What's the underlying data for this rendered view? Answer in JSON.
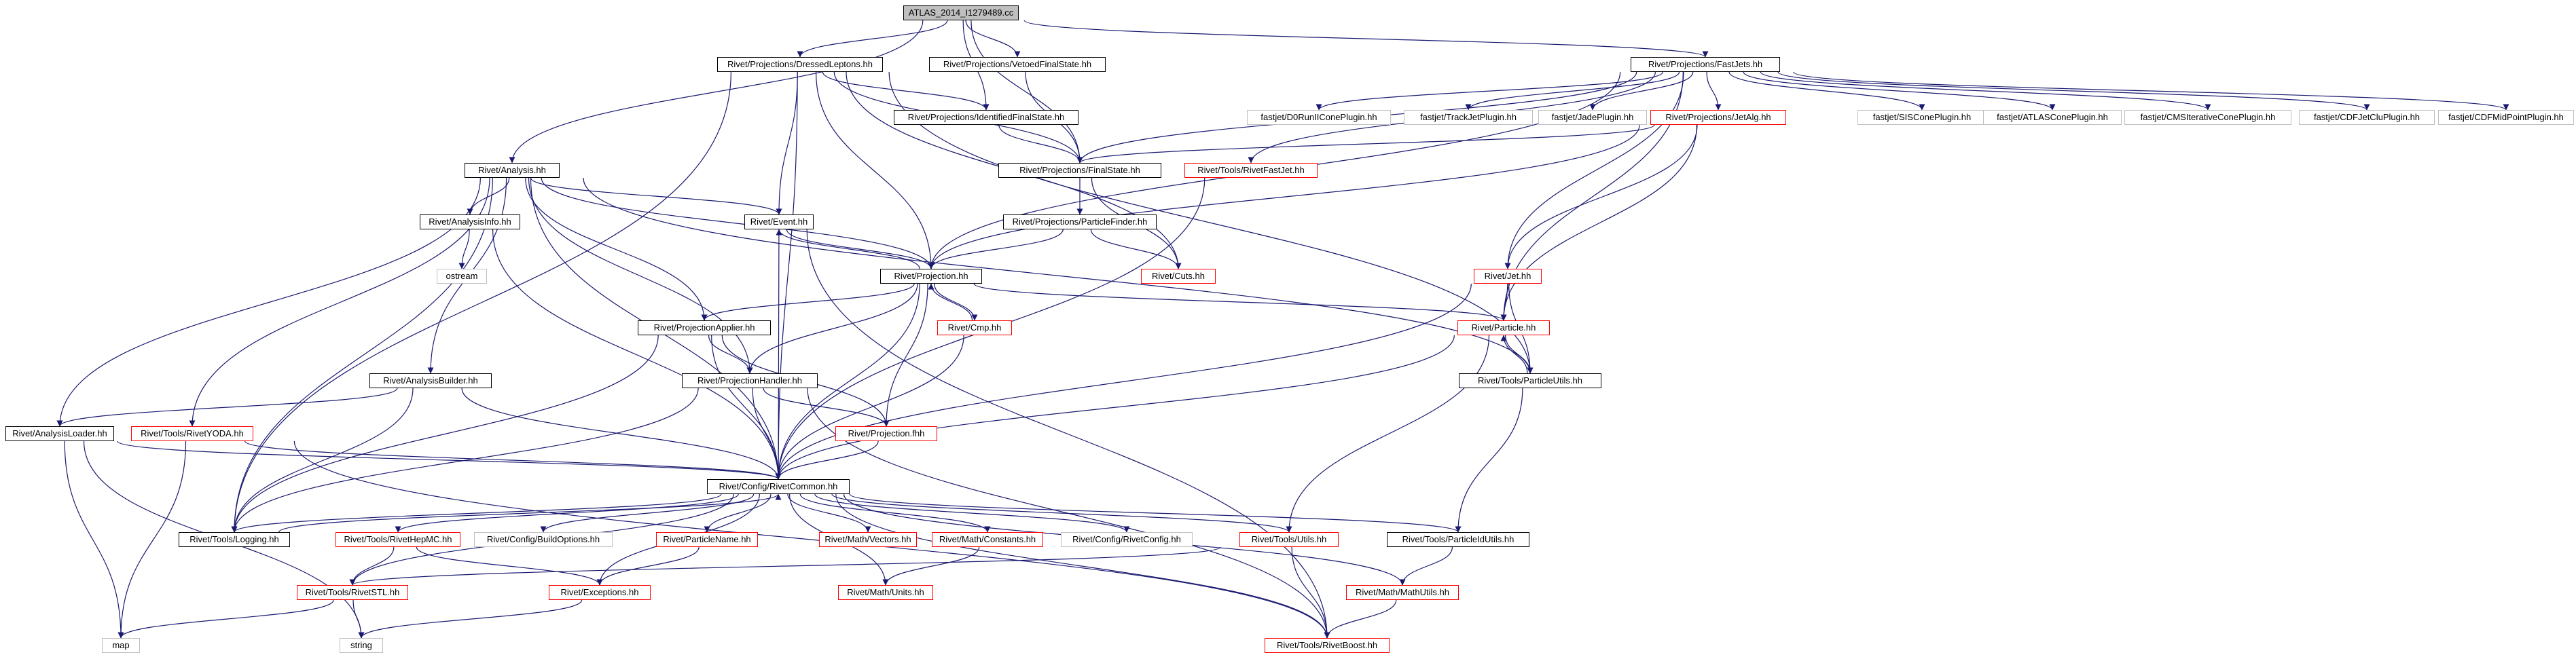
{
  "diagram": {
    "edge_color": "#191970",
    "arrow_color": "#191970",
    "root_fill": "#bfbfbf",
    "documented_border": "#000000",
    "truncated_border": "#ff0000",
    "system_border": "#bfbfbf"
  },
  "nodes": [
    {
      "id": "atlas",
      "label": "ATLAS_2014_I1279489.cc",
      "kind": "root"
    },
    {
      "id": "dressedleptons",
      "label": "Rivet/Projections/DressedLeptons.hh",
      "kind": "black"
    },
    {
      "id": "vetoedfinalstate",
      "label": "Rivet/Projections/VetoedFinalState.hh",
      "kind": "black"
    },
    {
      "id": "fastjets",
      "label": "Rivet/Projections/FastJets.hh",
      "kind": "black"
    },
    {
      "id": "identifiedfs",
      "label": "Rivet/Projections/IdentifiedFinalState.hh",
      "kind": "black"
    },
    {
      "id": "d0runii",
      "label": "fastjet/D0RunIIConePlugin.hh",
      "kind": "grey"
    },
    {
      "id": "trackjet",
      "label": "fastjet/TrackJetPlugin.hh",
      "kind": "grey"
    },
    {
      "id": "jade",
      "label": "fastjet/JadePlugin.hh",
      "kind": "grey"
    },
    {
      "id": "jetalg",
      "label": "Rivet/Projections/JetAlg.hh",
      "kind": "red"
    },
    {
      "id": "siscone",
      "label": "fastjet/SISConePlugin.hh",
      "kind": "grey"
    },
    {
      "id": "atlascone",
      "label": "fastjet/ATLASConePlugin.hh",
      "kind": "grey"
    },
    {
      "id": "cmsiter",
      "label": "fastjet/CMSIterativeConePlugin.hh",
      "kind": "grey"
    },
    {
      "id": "cdfjetclu",
      "label": "fastjet/CDFJetCluPlugin.hh",
      "kind": "grey"
    },
    {
      "id": "cdfmidpoint",
      "label": "fastjet/CDFMidPointPlugin.hh",
      "kind": "grey"
    },
    {
      "id": "analysis",
      "label": "Rivet/Analysis.hh",
      "kind": "black"
    },
    {
      "id": "rivetfastjet",
      "label": "Rivet/Tools/RivetFastJet.hh",
      "kind": "red"
    },
    {
      "id": "finalstate",
      "label": "Rivet/Projections/FinalState.hh",
      "kind": "black"
    },
    {
      "id": "analysisinfo",
      "label": "Rivet/AnalysisInfo.hh",
      "kind": "black"
    },
    {
      "id": "event",
      "label": "Rivet/Event.hh",
      "kind": "black"
    },
    {
      "id": "particlefinder",
      "label": "Rivet/Projections/ParticleFinder.hh",
      "kind": "black"
    },
    {
      "id": "ostream",
      "label": "ostream",
      "kind": "grey"
    },
    {
      "id": "projection",
      "label": "Rivet/Projection.hh",
      "kind": "black"
    },
    {
      "id": "cuts",
      "label": "Rivet/Cuts.hh",
      "kind": "red"
    },
    {
      "id": "jet",
      "label": "Rivet/Jet.hh",
      "kind": "red"
    },
    {
      "id": "projapplier",
      "label": "Rivet/ProjectionApplier.hh",
      "kind": "black"
    },
    {
      "id": "cmp",
      "label": "Rivet/Cmp.hh",
      "kind": "red"
    },
    {
      "id": "particle",
      "label": "Rivet/Particle.hh",
      "kind": "red"
    },
    {
      "id": "analysisbuilder",
      "label": "Rivet/AnalysisBuilder.hh",
      "kind": "black"
    },
    {
      "id": "projhandler",
      "label": "Rivet/ProjectionHandler.hh",
      "kind": "black"
    },
    {
      "id": "particleutils",
      "label": "Rivet/Tools/ParticleUtils.hh",
      "kind": "black"
    },
    {
      "id": "analysisloader",
      "label": "Rivet/AnalysisLoader.hh",
      "kind": "black"
    },
    {
      "id": "rivetyoda",
      "label": "Rivet/Tools/RivetYODA.hh",
      "kind": "red"
    },
    {
      "id": "projectionfhh",
      "label": "Rivet/Projection.fhh",
      "kind": "red"
    },
    {
      "id": "rivetcommon",
      "label": "Rivet/Config/RivetCommon.hh",
      "kind": "black"
    },
    {
      "id": "logging",
      "label": "Rivet/Tools/Logging.hh",
      "kind": "black"
    },
    {
      "id": "rivethepmc",
      "label": "Rivet/Tools/RivetHepMC.hh",
      "kind": "red"
    },
    {
      "id": "buildoptions",
      "label": "Rivet/Config/BuildOptions.hh",
      "kind": "grey"
    },
    {
      "id": "particlename",
      "label": "Rivet/ParticleName.hh",
      "kind": "red"
    },
    {
      "id": "vectors",
      "label": "Rivet/Math/Vectors.hh",
      "kind": "red"
    },
    {
      "id": "constants",
      "label": "Rivet/Math/Constants.hh",
      "kind": "red"
    },
    {
      "id": "rivetconfig",
      "label": "Rivet/Config/RivetConfig.hh",
      "kind": "grey"
    },
    {
      "id": "utils",
      "label": "Rivet/Tools/Utils.hh",
      "kind": "red"
    },
    {
      "id": "particleidutils",
      "label": "Rivet/Tools/ParticleIdUtils.hh",
      "kind": "black"
    },
    {
      "id": "rivetstl",
      "label": "Rivet/Tools/RivetSTL.hh",
      "kind": "red"
    },
    {
      "id": "exceptions",
      "label": "Rivet/Exceptions.hh",
      "kind": "red"
    },
    {
      "id": "units",
      "label": "Rivet/Math/Units.hh",
      "kind": "red"
    },
    {
      "id": "mathutils",
      "label": "Rivet/Math/MathUtils.hh",
      "kind": "red"
    },
    {
      "id": "map",
      "label": "map",
      "kind": "grey"
    },
    {
      "id": "string",
      "label": "string",
      "kind": "grey"
    },
    {
      "id": "rivetboost",
      "label": "Rivet/Tools/RivetBoost.hh",
      "kind": "red"
    }
  ],
  "edges": [
    [
      "atlas",
      "dressedleptons"
    ],
    [
      "atlas",
      "vetoedfinalstate"
    ],
    [
      "atlas",
      "fastjets"
    ],
    [
      "atlas",
      "identifiedfs"
    ],
    [
      "atlas",
      "finalstate"
    ],
    [
      "atlas",
      "analysis"
    ],
    [
      "dressedleptons",
      "identifiedfs"
    ],
    [
      "dressedleptons",
      "finalstate"
    ],
    [
      "dressedleptons",
      "event"
    ],
    [
      "dressedleptons",
      "projection"
    ],
    [
      "dressedleptons",
      "cuts"
    ],
    [
      "dressedleptons",
      "rivetcommon"
    ],
    [
      "dressedleptons",
      "logging"
    ],
    [
      "dressedleptons",
      "particleutils"
    ],
    [
      "vetoedfinalstate",
      "finalstate"
    ],
    [
      "identifiedfs",
      "finalstate"
    ],
    [
      "fastjets",
      "finalstate"
    ],
    [
      "fastjets",
      "d0runii"
    ],
    [
      "fastjets",
      "trackjet"
    ],
    [
      "fastjets",
      "jade"
    ],
    [
      "fastjets",
      "jetalg"
    ],
    [
      "fastjets",
      "siscone"
    ],
    [
      "fastjets",
      "atlascone"
    ],
    [
      "fastjets",
      "cmsiter"
    ],
    [
      "fastjets",
      "cdfjetclu"
    ],
    [
      "fastjets",
      "cdfmidpoint"
    ],
    [
      "fastjets",
      "rivetfastjet"
    ],
    [
      "fastjets",
      "jet"
    ],
    [
      "fastjets",
      "particle"
    ],
    [
      "fastjets",
      "projection"
    ],
    [
      "jetalg",
      "finalstate"
    ],
    [
      "jetalg",
      "projection"
    ],
    [
      "jetalg",
      "jet"
    ],
    [
      "jetalg",
      "particle"
    ],
    [
      "rivetfastjet",
      "rivetcommon"
    ],
    [
      "finalstate",
      "particlefinder"
    ],
    [
      "finalstate",
      "cuts"
    ],
    [
      "particlefinder",
      "projection"
    ],
    [
      "particlefinder",
      "cuts"
    ],
    [
      "analysis",
      "analysisinfo"
    ],
    [
      "analysis",
      "event"
    ],
    [
      "analysis",
      "projection"
    ],
    [
      "analysis",
      "projapplier"
    ],
    [
      "analysis",
      "projhandler"
    ],
    [
      "analysis",
      "analysisbuilder"
    ],
    [
      "analysis",
      "analysisloader"
    ],
    [
      "analysis",
      "rivetyoda"
    ],
    [
      "analysis",
      "rivetcommon"
    ],
    [
      "analysis",
      "logging"
    ],
    [
      "analysis",
      "particleutils"
    ],
    [
      "analysisinfo",
      "ostream"
    ],
    [
      "analysisinfo",
      "rivetcommon"
    ],
    [
      "event",
      "projection"
    ],
    [
      "event",
      "rivetcommon"
    ],
    [
      "event",
      "rivetboost"
    ],
    [
      "projection",
      "event"
    ],
    [
      "projection",
      "cmp"
    ],
    [
      "projection",
      "projapplier"
    ],
    [
      "projection",
      "projhandler"
    ],
    [
      "projection",
      "projectionfhh"
    ],
    [
      "projection",
      "particle"
    ],
    [
      "projection",
      "rivetcommon"
    ],
    [
      "cmp",
      "projection"
    ],
    [
      "cmp",
      "rivetcommon"
    ],
    [
      "jet",
      "particle"
    ],
    [
      "jet",
      "particleutils"
    ],
    [
      "jet",
      "rivetcommon"
    ],
    [
      "particle",
      "particleutils"
    ],
    [
      "particle",
      "rivetcommon"
    ],
    [
      "particle",
      "utils"
    ],
    [
      "particleutils",
      "particle"
    ],
    [
      "particleutils",
      "particleidutils"
    ],
    [
      "projapplier",
      "projhandler"
    ],
    [
      "projapplier",
      "projectionfhh"
    ],
    [
      "projapplier",
      "rivetcommon"
    ],
    [
      "projapplier",
      "logging"
    ],
    [
      "projhandler",
      "projectionfhh"
    ],
    [
      "projhandler",
      "rivetcommon"
    ],
    [
      "projhandler",
      "logging"
    ],
    [
      "projhandler",
      "rivetboost"
    ],
    [
      "projectionfhh",
      "rivetcommon"
    ],
    [
      "analysisbuilder",
      "analysisloader"
    ],
    [
      "analysisbuilder",
      "rivetcommon"
    ],
    [
      "analysisbuilder",
      "logging"
    ],
    [
      "analysisloader",
      "rivetcommon"
    ],
    [
      "analysisloader",
      "map"
    ],
    [
      "analysisloader",
      "string"
    ],
    [
      "rivetyoda",
      "rivetcommon"
    ],
    [
      "rivetyoda",
      "map"
    ],
    [
      "rivetyoda",
      "rivetboost"
    ],
    [
      "rivetcommon",
      "logging"
    ],
    [
      "rivetcommon",
      "rivethepmc"
    ],
    [
      "rivetcommon",
      "buildoptions"
    ],
    [
      "rivetcommon",
      "particlename"
    ],
    [
      "rivetcommon",
      "vectors"
    ],
    [
      "rivetcommon",
      "constants"
    ],
    [
      "rivetcommon",
      "rivetconfig"
    ],
    [
      "rivetcommon",
      "utils"
    ],
    [
      "rivetcommon",
      "particleidutils"
    ],
    [
      "rivetcommon",
      "rivetstl"
    ],
    [
      "rivetcommon",
      "exceptions"
    ],
    [
      "rivetcommon",
      "units"
    ],
    [
      "rivetcommon",
      "mathutils"
    ],
    [
      "rivetcommon",
      "rivetboost"
    ],
    [
      "logging",
      "rivetcommon"
    ],
    [
      "rivethepmc",
      "rivetstl"
    ],
    [
      "rivethepmc",
      "exceptions"
    ],
    [
      "particlename",
      "exceptions"
    ],
    [
      "constants",
      "units"
    ],
    [
      "utils",
      "rivetstl"
    ],
    [
      "utils",
      "rivetboost"
    ],
    [
      "particleidutils",
      "mathutils"
    ],
    [
      "rivetstl",
      "map"
    ],
    [
      "rivetstl",
      "string"
    ],
    [
      "exceptions",
      "string"
    ],
    [
      "mathutils",
      "rivetboost"
    ]
  ]
}
